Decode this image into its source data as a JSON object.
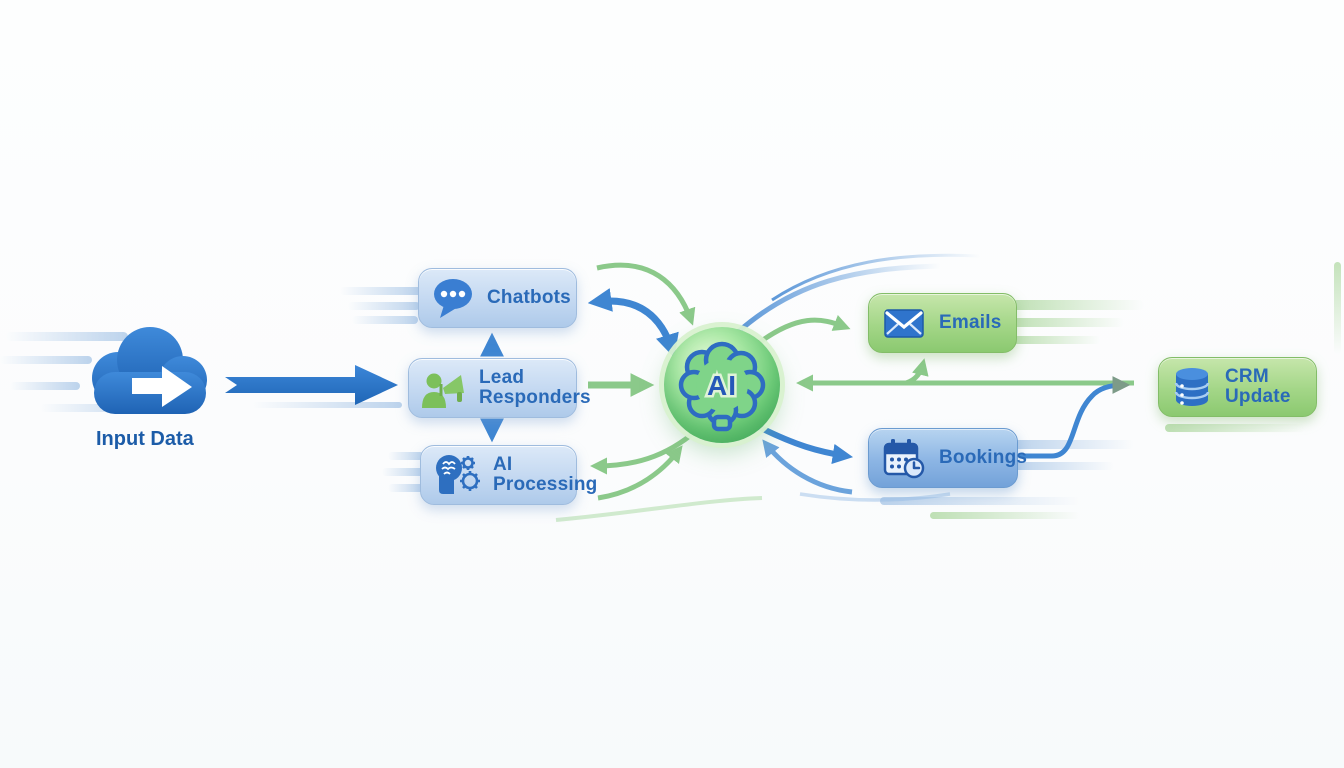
{
  "diagram": {
    "title_hint": "AI automation flow diagram",
    "input": {
      "label": "Input Data",
      "icon": "cloud-upload-icon"
    },
    "middle_nodes": [
      {
        "id": "chatbots",
        "label": "Chatbots",
        "icon": "chat-bubble-icon"
      },
      {
        "id": "lead-responders",
        "label": "Lead Responders",
        "icon": "megaphone-person-icon"
      },
      {
        "id": "ai-processing",
        "label": "AI Processing",
        "icon": "brain-gears-icon"
      }
    ],
    "hub": {
      "label": "AI",
      "icon": "brain-outline-icon"
    },
    "output_nodes": [
      {
        "id": "emails",
        "label": "Emails",
        "icon": "envelope-icon"
      },
      {
        "id": "bookings",
        "label": "Bookings",
        "icon": "calendar-clock-icon"
      }
    ],
    "final_node": {
      "id": "crm-update",
      "label": "CRM Update",
      "icon": "database-icon"
    },
    "colors": {
      "accent_blue": "#2e77c8",
      "accent_green": "#7cc36b",
      "label_blue": "#2a6ab8",
      "box_blue": "#c3d8f1",
      "box_blue_strong": "#8cb5e4",
      "box_green": "#a3d687",
      "hub_green": "#72cf7c"
    }
  }
}
